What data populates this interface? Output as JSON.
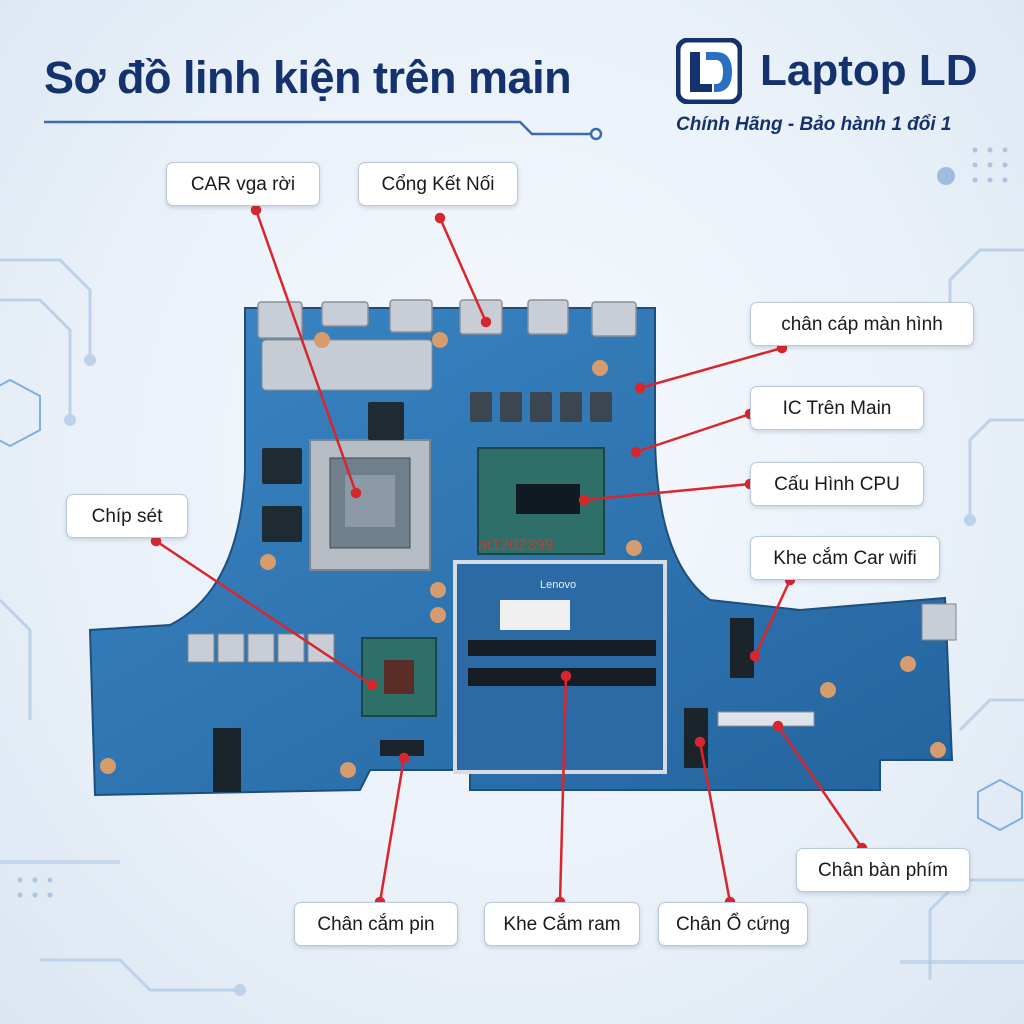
{
  "header": {
    "title": "Sơ đồ linh kiện trên main"
  },
  "brand": {
    "mark": "LD",
    "name": "Laptop LD",
    "tagline": "Chính Hãng - Bảo hành 1 đổi 1"
  },
  "board": {
    "chip_label": "Lenovo",
    "watermark": "at1202399"
  },
  "labels": {
    "car_vga": "CAR vga rời",
    "cong_ket_noi": "Cổng Kết Nối",
    "chan_cap_man_hinh": "chân cáp màn hình",
    "ic_tren_main": "IC Trên Main",
    "cau_hinh_cpu": "Cấu Hình CPU",
    "chip_set": "Chíp sét",
    "khe_cam_wifi": "Khe cắm Car wifi",
    "chan_ban_phim": "Chân bàn phím",
    "chan_cam_pin": "Chân cắm pin",
    "khe_cam_ram": "Khe Cắm ram",
    "chan_o_cung": "Chân Ổ cứng"
  },
  "colors": {
    "navy": "#14336e",
    "board_blue": "#2f78b4",
    "leader_red": "#d9262c"
  }
}
